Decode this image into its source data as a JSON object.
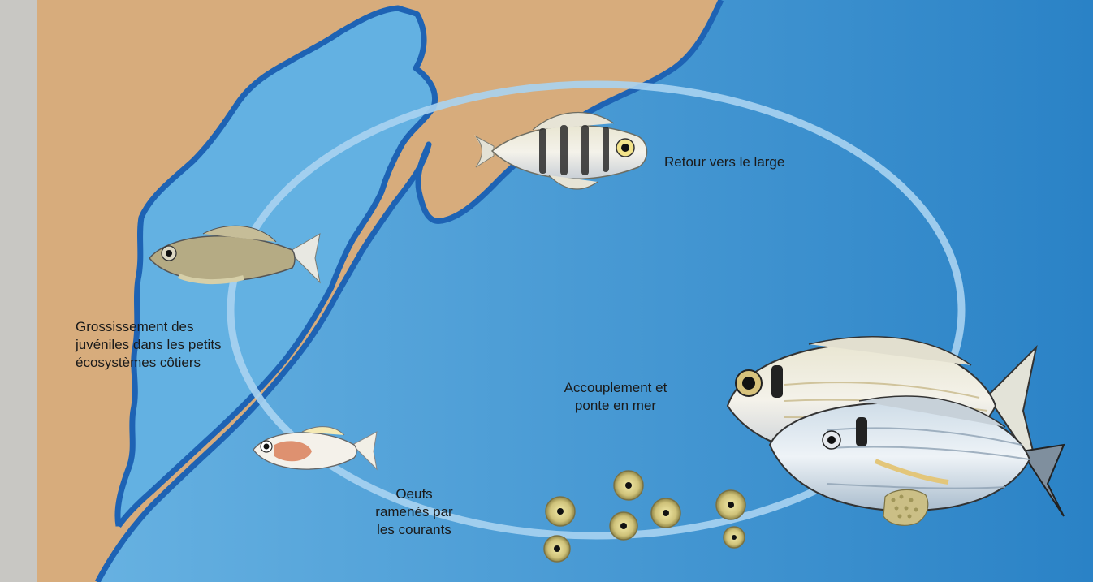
{
  "labels": {
    "retour": "Retour vers le large",
    "grossissement": [
      "Grossissement des",
      "juvéniles dans les petits",
      "écosystèmes côtiers"
    ],
    "accouplement": [
      "Accouplement et",
      "ponte en mer"
    ],
    "oeufs": [
      "Oeufs",
      "ramenés par",
      "les courants"
    ]
  },
  "colors": {
    "sand": "#d7ac7c",
    "sea_light": "#6ab4e3",
    "sea_dark": "#2a82c6",
    "coast_line": "#1e63b4",
    "cycle_ring": "#a9d3f1",
    "frame_bg": "#c8c7c3"
  }
}
